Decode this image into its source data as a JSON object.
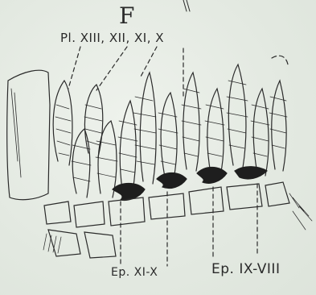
{
  "figure": {
    "panel_letter": "F",
    "top_label": "Pl. XIII, XII, XI, X",
    "bottom_labels": [
      "Ep. XI-X",
      "Ep. IX-VIII"
    ]
  },
  "colors": {
    "ink": "#2a2a2a",
    "paper": "#e6ebe3"
  }
}
